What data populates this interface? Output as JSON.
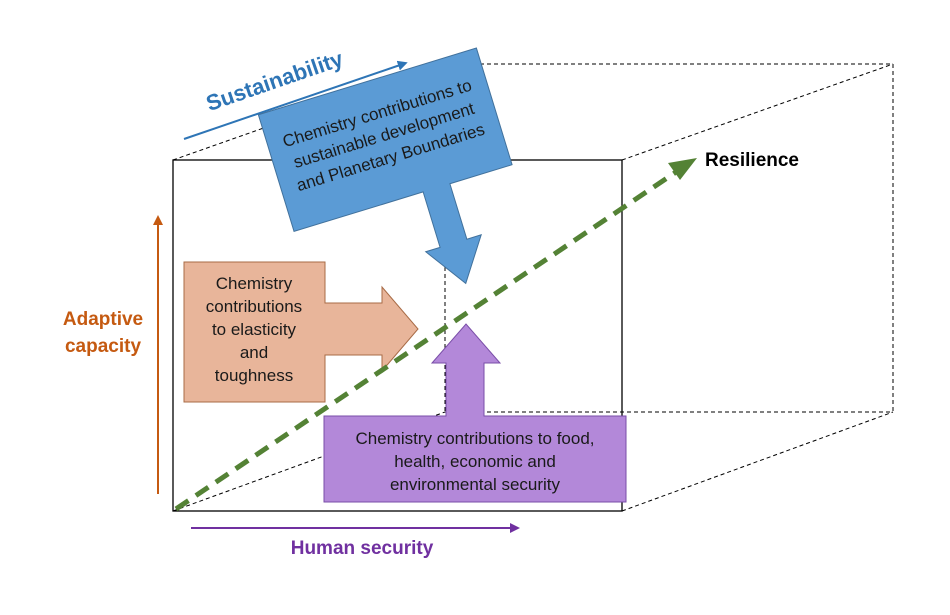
{
  "axes": {
    "sustainability": {
      "label": "Sustainability",
      "color": "#2e75b6"
    },
    "adaptive_capacity": {
      "line1": "Adaptive",
      "line2": "capacity",
      "color": "#c55a11"
    },
    "human_security": {
      "label": "Human security",
      "color": "#7030a0"
    },
    "resilience": {
      "label": "Resilience",
      "color": "#000000"
    }
  },
  "boxes": {
    "sustainability": {
      "line1": "Chemistry contributions to",
      "line2": "sustainable development",
      "line3": "and Planetary Boundaries",
      "fill": "#5b9bd5"
    },
    "elasticity": {
      "line1": "Chemistry",
      "line2": "contributions",
      "line3": "to elasticity",
      "line4": "and",
      "line5": "toughness",
      "fill": "#e8b59a"
    },
    "security": {
      "line1": "Chemistry contributions to food,",
      "line2": "health, economic and",
      "line3": "environmental security",
      "fill": "#b388d9"
    }
  },
  "colors": {
    "resilience_arrow": "#548235",
    "cube_lines": "#000000"
  }
}
